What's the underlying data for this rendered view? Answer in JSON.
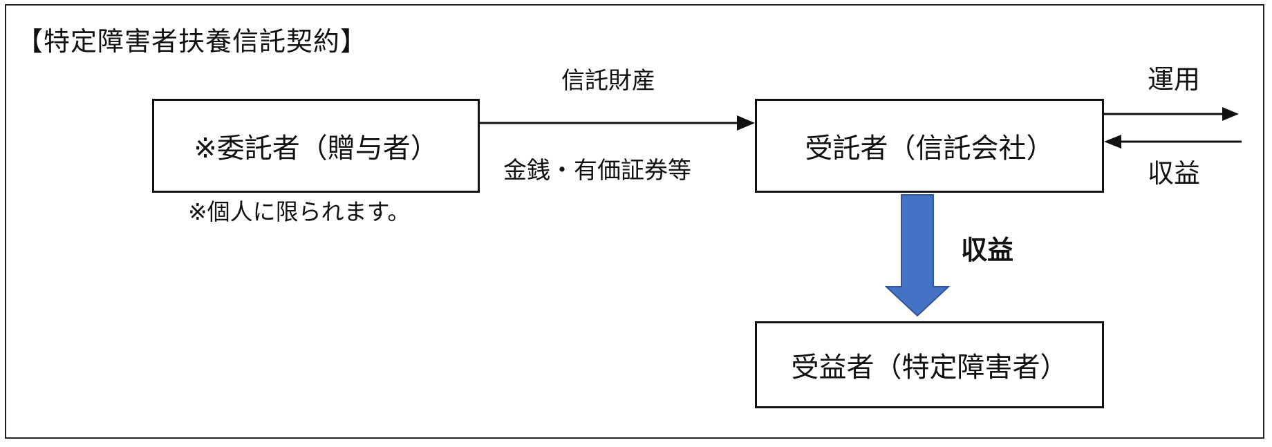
{
  "title": "【特定障害者扶養信託契約】",
  "settlor": {
    "label": "※委託者（贈与者）",
    "note": "※個人に限られます。"
  },
  "trustee": {
    "label": "受託者（信託会社）"
  },
  "beneficiary": {
    "label": "受益者（特定障害者）"
  },
  "transfer": {
    "top_label": "信託財産",
    "bottom_label": "金銭・有価証券等"
  },
  "external": {
    "operation_label": "運用",
    "return_label": "収益"
  },
  "distribution": {
    "label": "収益"
  },
  "colors": {
    "down_arrow_fill": "#4472C4",
    "down_arrow_stroke": "#2F5597",
    "line": "#111111"
  }
}
